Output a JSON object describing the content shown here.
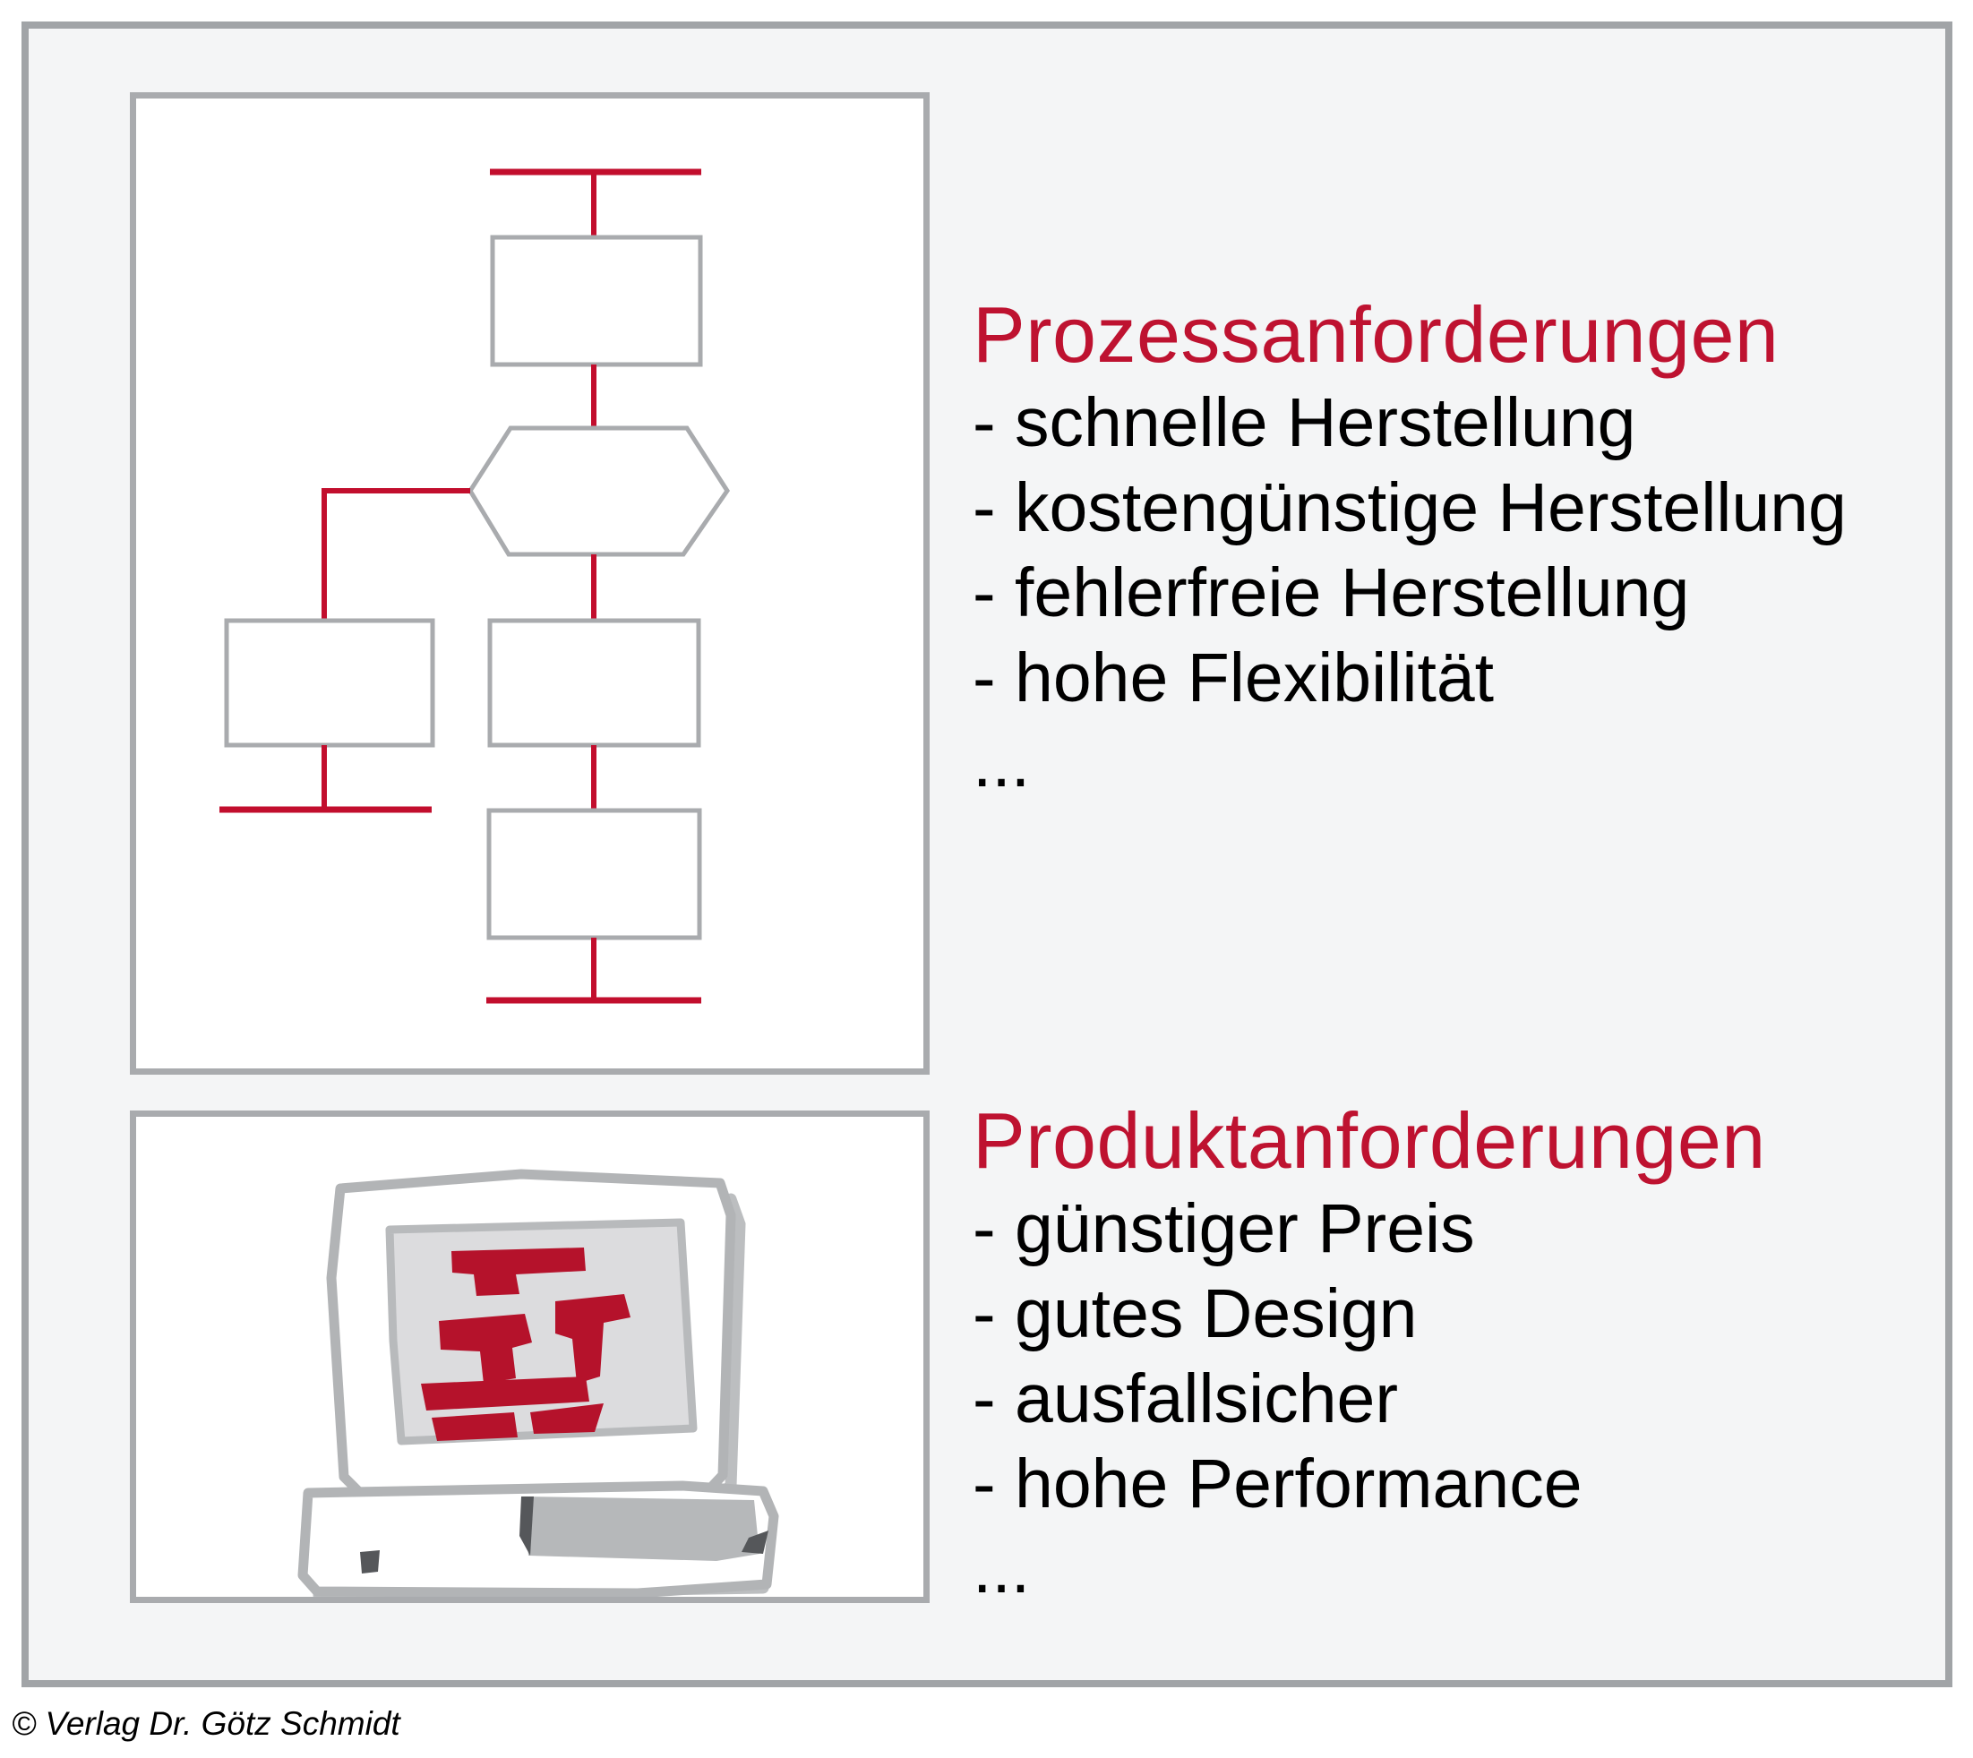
{
  "page": {
    "kind": "presentation-slide",
    "background": "#ffffff",
    "frame_fill": "#f4f5f6",
    "frame_border_color": "#a1a4a7"
  },
  "colors": {
    "accent_red": "#be1230",
    "flow_line_red": "#c20e2d",
    "shape_border_gray": "#a9abae",
    "body_text": "#000000",
    "computer_outline_gray": "#b2b4b6",
    "computer_screen_gray": "#dcdcde",
    "computer_scribble_red": "#b5122b"
  },
  "sections": [
    {
      "id": "process",
      "heading": "Prozessanforderungen",
      "items": [
        "- schnelle Herstellung",
        "- kostengünstige Herstellung",
        "- fehlerfreie Herstellung",
        "- hohe Flexibilität",
        "..."
      ]
    },
    {
      "id": "product",
      "heading": "Produktanforderungen",
      "items": [
        "- günstiger Preis",
        "- gutes Design",
        "- ausfallsicher",
        "- hohe Performance",
        "..."
      ]
    }
  ],
  "illustrations": {
    "flowchart": {
      "type": "flowchart-sketch",
      "shapes": [
        "start-terminator-line",
        "process-box-top",
        "decision-hexagon",
        "process-box-left-branch",
        "process-box-right-branch",
        "process-box-bottom",
        "end-terminator-left",
        "end-terminator-bottom"
      ],
      "line_color": "#c20e2d",
      "shape_border_color": "#a9abae"
    },
    "computer": {
      "type": "desktop-computer-sketch",
      "parts": [
        "monitor",
        "screen-with-red-scribbles",
        "base-unit",
        "drive-bay",
        "power-button"
      ],
      "outline_color": "#b2b4b6",
      "screen_fill": "#dcdcde",
      "scribble_color": "#b5122b"
    }
  },
  "copyright": {
    "text": "© Verlag Dr. Götz Schmidt"
  }
}
